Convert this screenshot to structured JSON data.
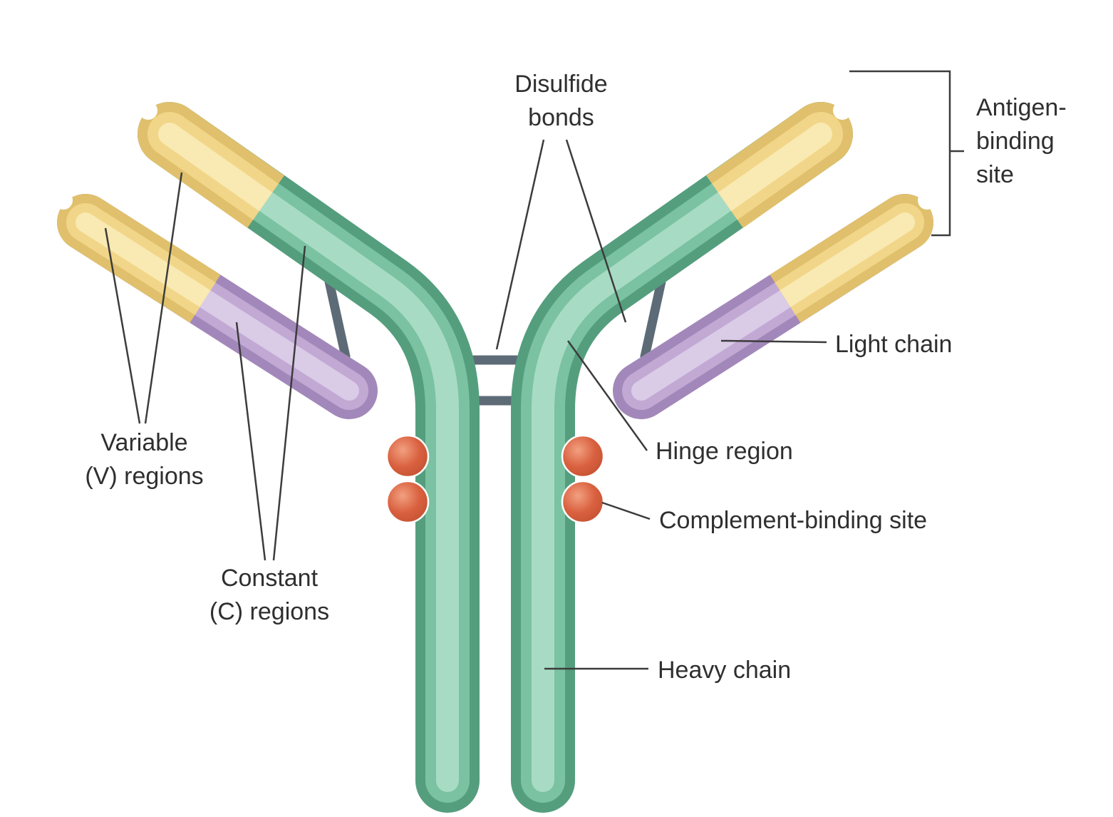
{
  "diagram": {
    "labels": {
      "disulfide_bonds": {
        "line1": "Disulfide",
        "line2": "bonds"
      },
      "antigen_binding_site": {
        "line1": "Antigen-",
        "line2": "binding",
        "line3": "site"
      },
      "light_chain": "Light chain",
      "hinge_region": "Hinge region",
      "complement_binding_site": "Complement-binding site",
      "heavy_chain": "Heavy chain",
      "variable_regions": {
        "line1": "Variable",
        "line2": "(V) regions"
      },
      "constant_regions": {
        "line1": "Constant",
        "line2": "(C) regions"
      }
    },
    "colors": {
      "heavy_chain_green": "#7ac2a1",
      "variable_region_yellow": "#f1d689",
      "light_chain_purple": "#c1a9d4",
      "complement_site_red": "#d96140",
      "disulfide_bond_gray": "#5d6b77",
      "leader_line": "#3c3c3c",
      "text": "#2f2f2f",
      "background": "#ffffff"
    }
  }
}
